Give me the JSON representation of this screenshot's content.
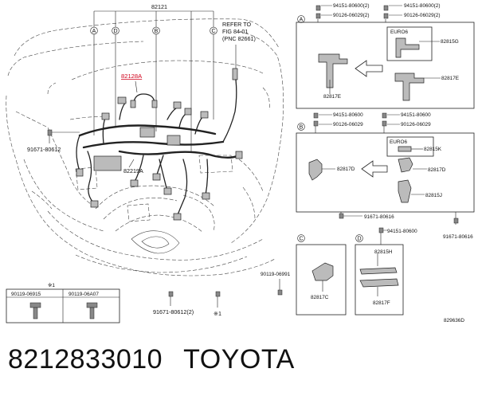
{
  "diagram": {
    "labels": {
      "top_main": "82121",
      "highlight": "82128A",
      "refer_line1": "REFER TO",
      "refer_line2": "FIG 84-01",
      "refer_line3": "(PNC 82661)",
      "left_bolt": "91671-80612",
      "center_part": "82219A",
      "bottom_bolt": "91671-80612(2)",
      "bottom_mark": "※1",
      "circle_a": "A",
      "circle_d": "D",
      "circle_b": "B",
      "circle_c": "C",
      "fig_code": "829636D"
    },
    "legend": {
      "mark": "※1",
      "col1": "90119-06915",
      "col2": "90119-06A07"
    },
    "panel_a": {
      "circle": "A",
      "bolt1": "94151-80600(2)",
      "bolt2": "90126-06029(2)",
      "bolt3": "94151-80600(2)",
      "bolt4": "90126-06029(2)",
      "euro": "EURO6",
      "part_g": "82815G",
      "part_e_left": "82817E",
      "part_e_right": "82817E"
    },
    "panel_b": {
      "circle": "B",
      "bolt1": "94151-80600",
      "bolt2": "90126-06029",
      "bolt3": "94151-80600",
      "bolt4": "90126-06029",
      "euro": "EURO6",
      "part_k": "82815K",
      "part_d_left": "82817D",
      "part_d_right": "82817D",
      "part_j": "82815J",
      "bolt_bottom": "91671-80616",
      "bolt_right": "91671-80616"
    },
    "panel_c": {
      "circle": "C",
      "bolt_outside": "90119-06991",
      "part": "82817C"
    },
    "panel_d": {
      "circle": "D",
      "bolt_top": "94151-80600",
      "part_h": "82815H",
      "part_f": "82817F"
    }
  },
  "caption": {
    "part_number": "8212833010",
    "brand": "TOYOTA"
  }
}
